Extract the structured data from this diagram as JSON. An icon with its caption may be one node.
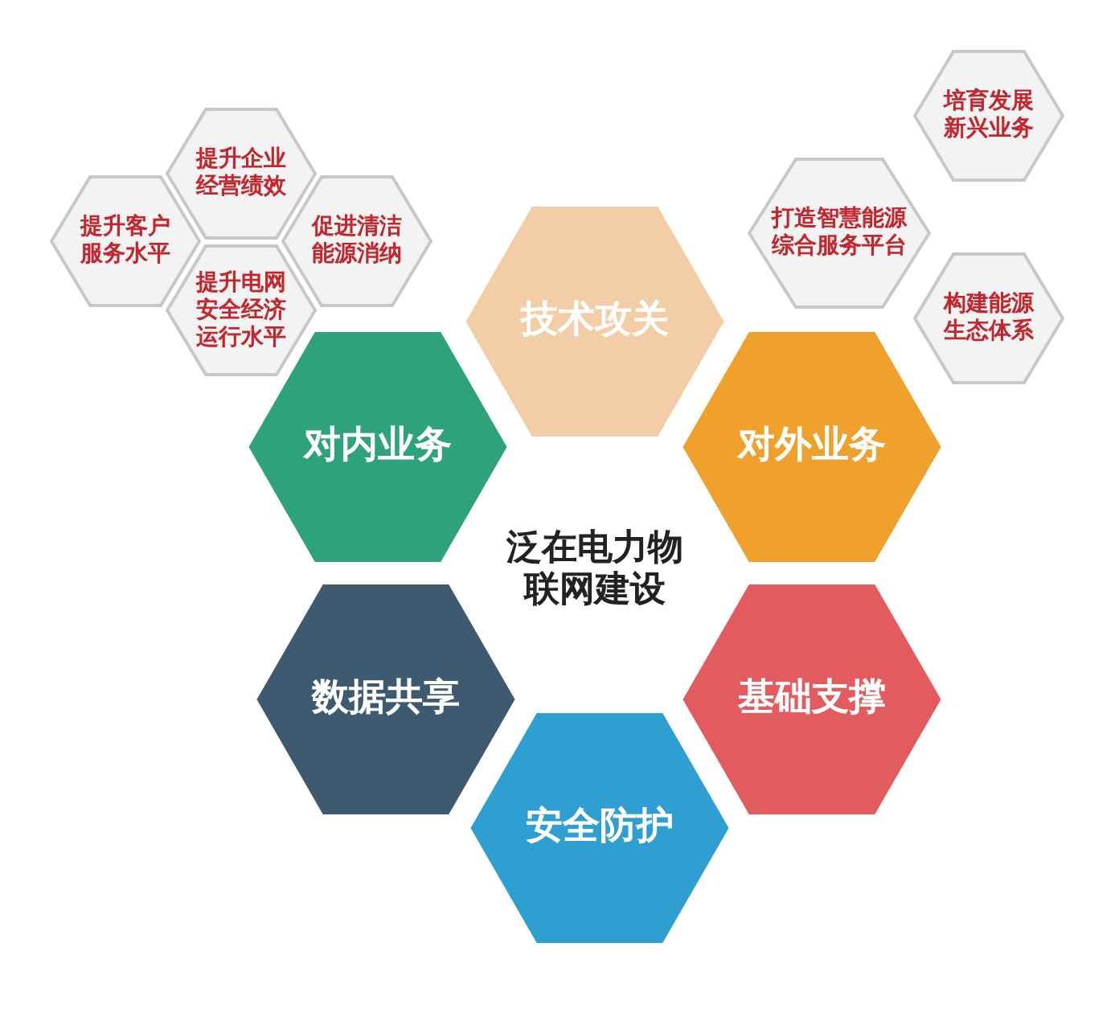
{
  "diagram": {
    "nodes": [
      {
        "text": [
          "提升企业经营绩效"
        ]
      },
      {
        "text": [
          "培育发展新兴业务"
        ]
      },
      {
        "text": [
          "提升客户服务水平"
        ]
      },
      {
        "text": [
          "促进清洁能源消纳"
        ]
      },
      {
        "text": [
          "打造智慧能源综合服务平台"
        ]
      },
      {
        "text": [
          "提升电网安全经济运行水平"
        ]
      },
      {
        "text": [
          "构建能源生态体系"
        ]
      },
      {
        "text": [
          "技术攻关"
        ]
      },
      {
        "text": [
          "对内业务"
        ]
      },
      {
        "text": [
          "对外业务"
        ]
      },
      {
        "text": [
          "泛在电力物联网建设"
        ]
      },
      {
        "text": [
          "数据共享"
        ]
      },
      {
        "text": [
          "基础支撑"
        ]
      },
      {
        "text": [
          "安全防护"
        ]
      }
    ]
  }
}
